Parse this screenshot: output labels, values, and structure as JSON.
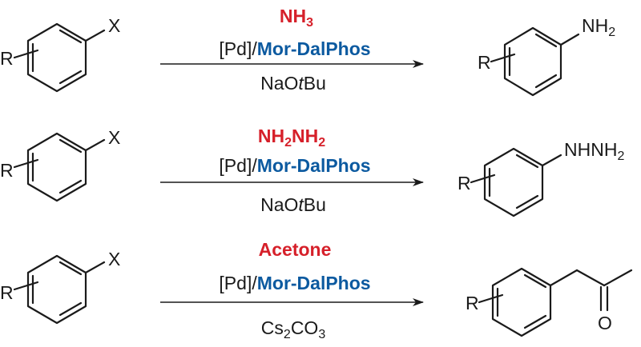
{
  "reactions": [
    {
      "reactant": {
        "R": "R",
        "X": "X"
      },
      "reagent": {
        "main": "NH",
        "sub": "3",
        "tail": ""
      },
      "catalyst": {
        "pd": "[Pd]/",
        "ligand": "Mor-DalPhos"
      },
      "base": {
        "pre": "NaO",
        "italic": "t",
        "post": "Bu"
      },
      "product": {
        "R": "R",
        "group_main": "NH",
        "group_sub": "2",
        "group_tail": ""
      }
    },
    {
      "reactant": {
        "R": "R",
        "X": "X"
      },
      "reagent": {
        "main": "NH",
        "sub": "2",
        "tail": "NH",
        "sub2": "2"
      },
      "catalyst": {
        "pd": "[Pd]/",
        "ligand": "Mor-DalPhos"
      },
      "base": {
        "pre": "NaO",
        "italic": "t",
        "post": "Bu"
      },
      "product": {
        "R": "R",
        "group_main": "NHNH",
        "group_sub": "2",
        "group_tail": ""
      }
    },
    {
      "reactant": {
        "R": "R",
        "X": "X"
      },
      "reagent": {
        "main": "Acetone",
        "sub": "",
        "tail": ""
      },
      "catalyst": {
        "pd": "[Pd]/",
        "ligand": "Mor-DalPhos"
      },
      "base": {
        "pre": "Cs",
        "sub": "2",
        "mid": "CO",
        "sub2": "3"
      },
      "product": {
        "R": "R",
        "carbonyl_O": "O"
      }
    }
  ],
  "colors": {
    "reagent": "#d6202a",
    "ligand": "#0c5aa0",
    "ink": "#1a1a1a"
  }
}
